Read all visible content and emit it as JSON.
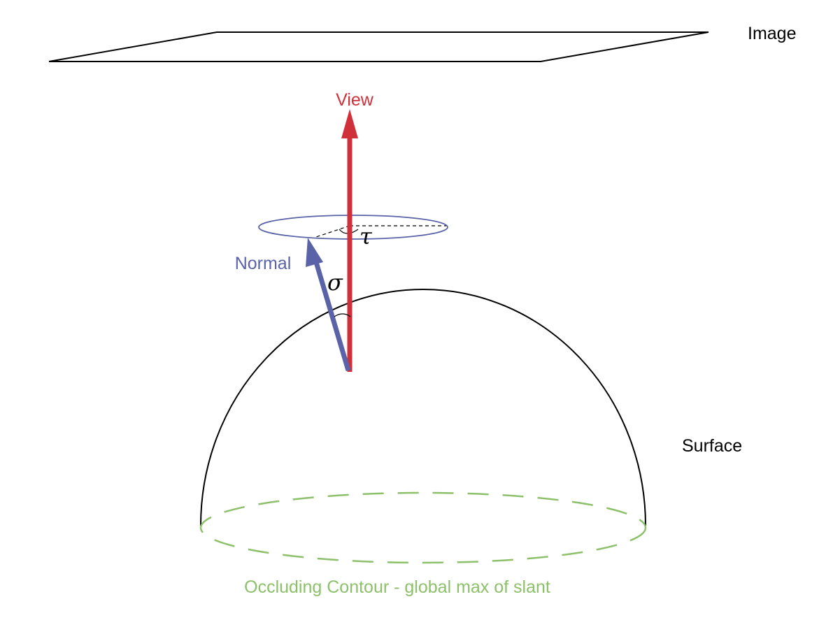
{
  "labels": {
    "image": "Image",
    "view": "View",
    "normal": "Normal",
    "sigma": "σ",
    "tau": "τ",
    "surface": "Surface",
    "occluding_contour": "Occluding Contour - global max of slant"
  },
  "colors": {
    "line": "#000000",
    "view": "#d0303a",
    "normal": "#5a63a8",
    "contour": "#8dc06a",
    "background": "#ffffff"
  }
}
